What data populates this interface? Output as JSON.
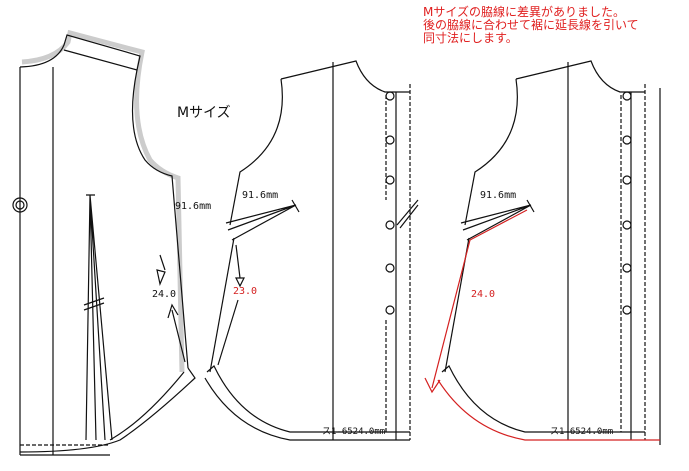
{
  "note": {
    "lines": [
      "Mサイズの脇線に差異がありました。",
      "後の脇線に合わせて裾に延長線を引いて",
      "同寸法にします。"
    ]
  },
  "size_label": "Mサイズ",
  "measurements": {
    "back_armhole": "91.6mm",
    "front_armhole": "91.6mm",
    "front_revised_armhole": "91.6mm",
    "back_side": "24.0",
    "front_side": "23.0",
    "front_revised_side": "24.0",
    "front_hem": "ス1-6524.0mm",
    "front_revised_hem": "ス1-6524.0mm"
  },
  "colors": {
    "line": "#111111",
    "red": "#d42020",
    "seam_allowance": "#cccccc"
  }
}
